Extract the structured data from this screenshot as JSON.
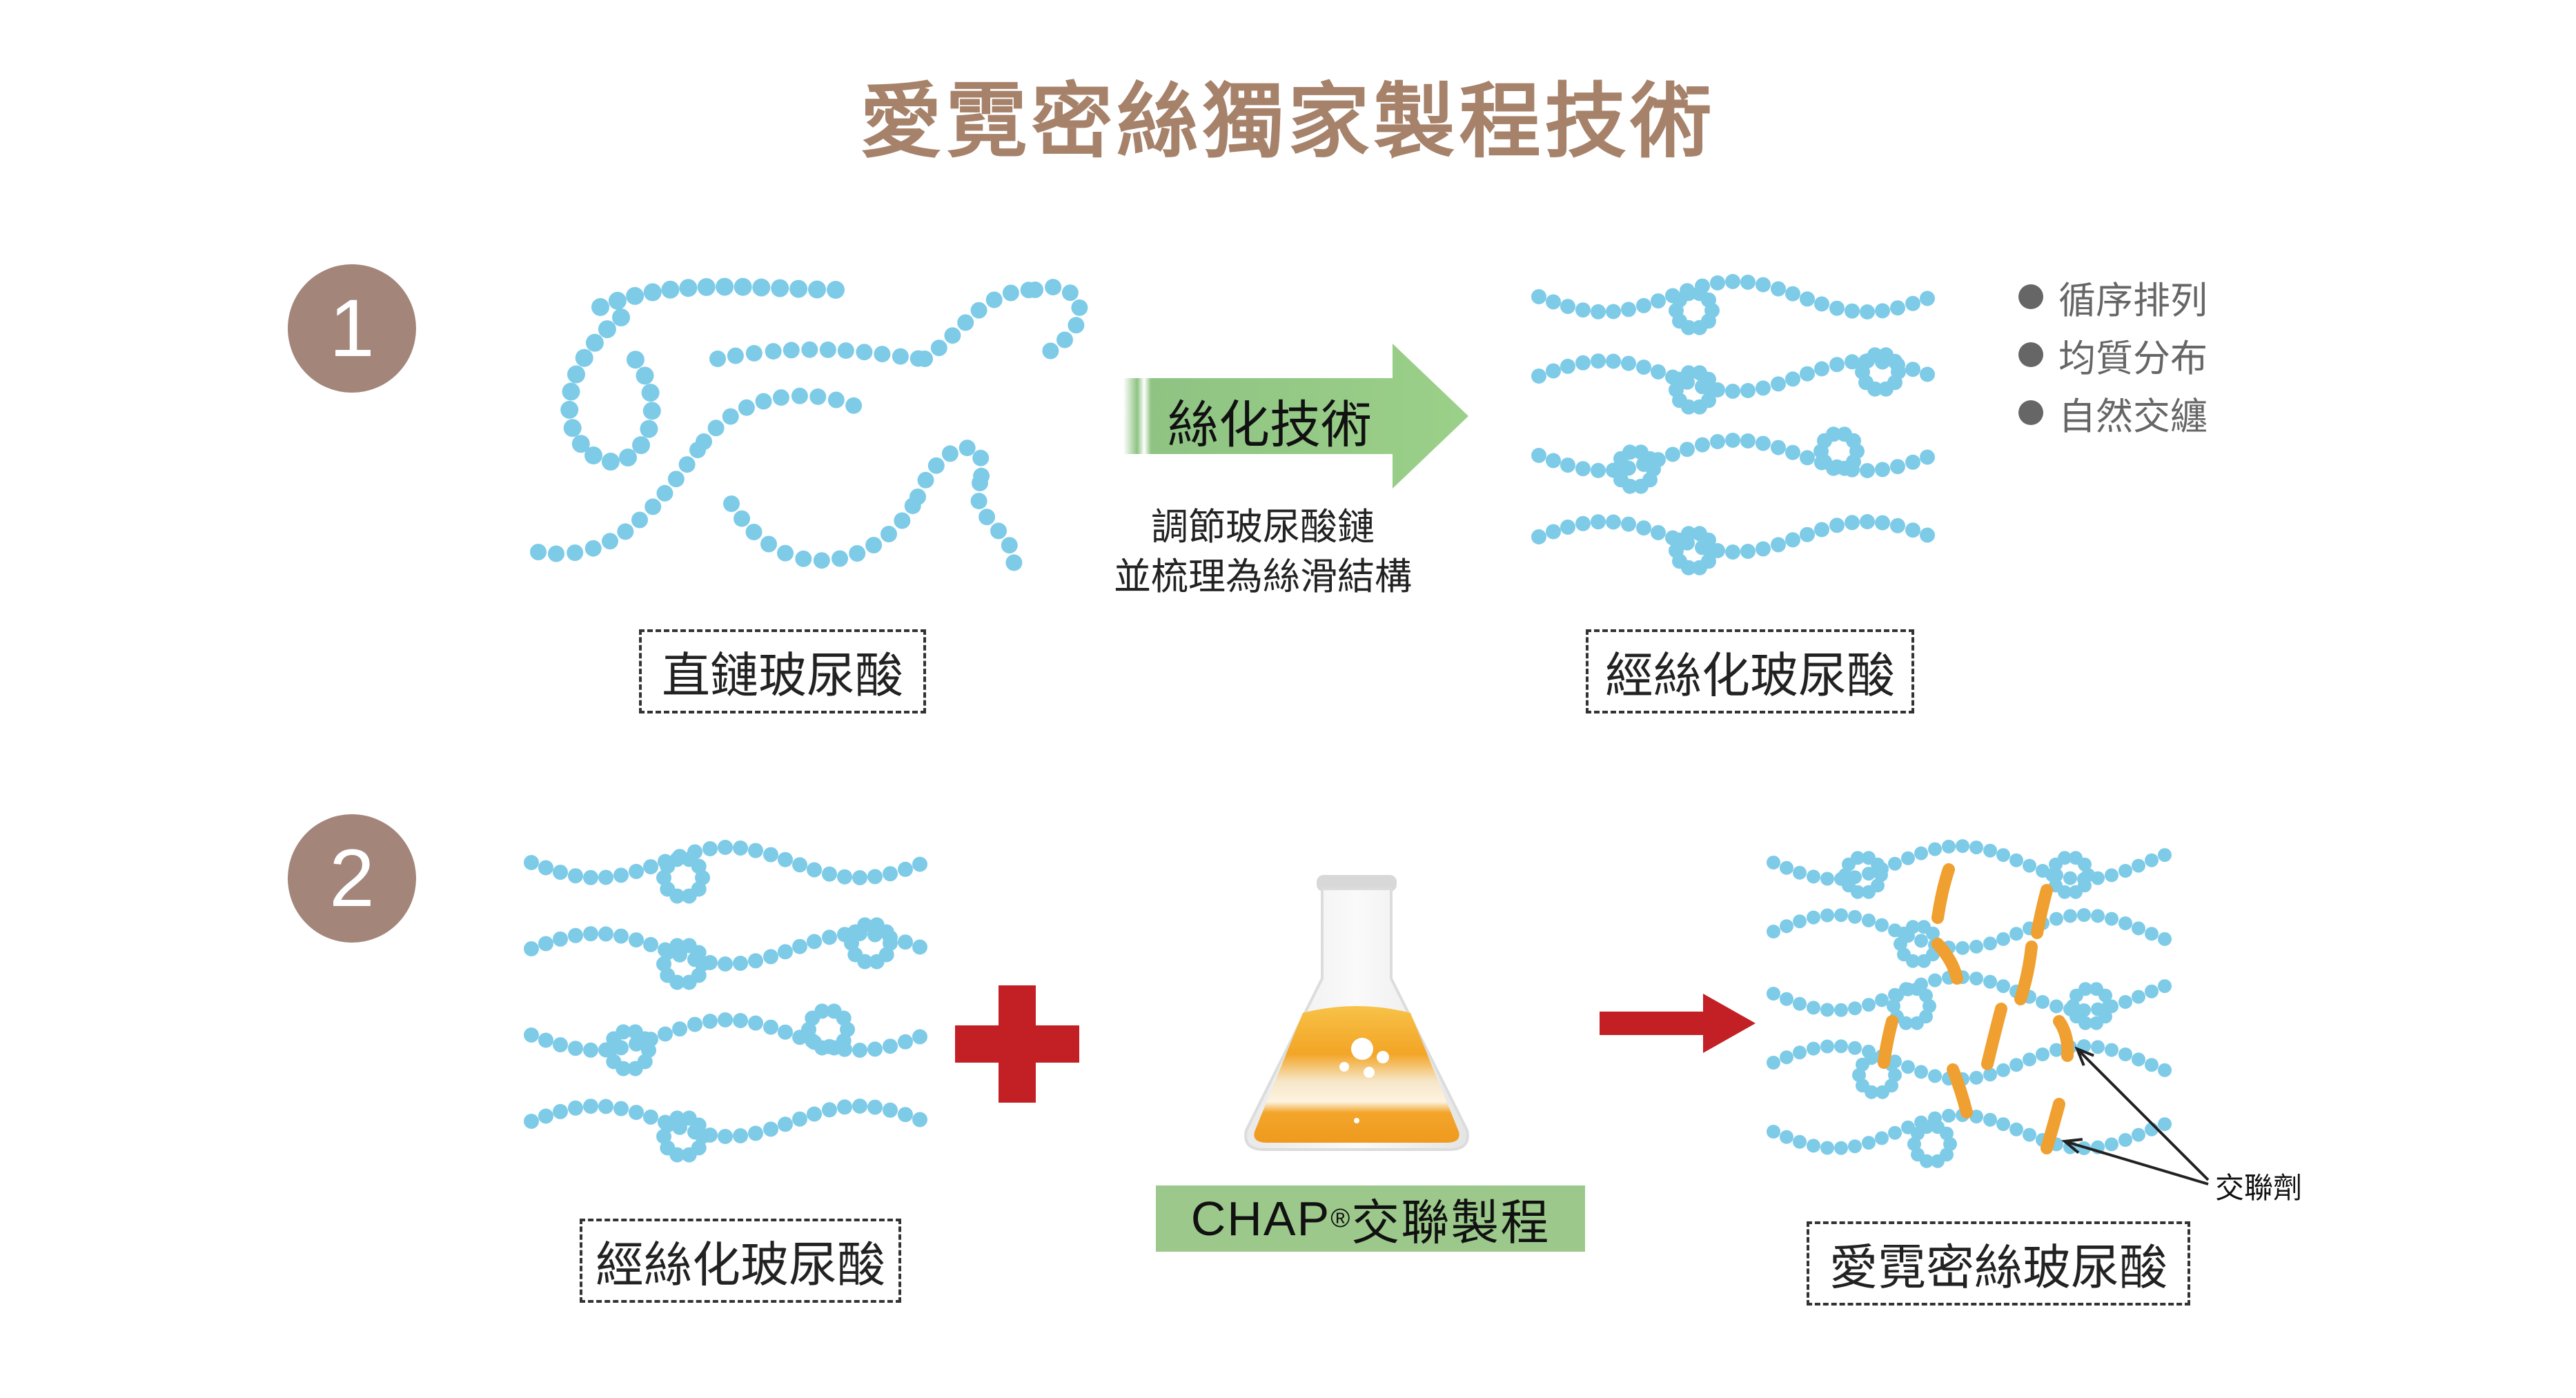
{
  "title": "愛霓密絲獨家製程技術",
  "step1": {
    "number": "1",
    "before_label": "直鏈玻尿酸",
    "arrow_label": "絲化技術",
    "caption_line1": "調節玻尿酸鏈",
    "caption_line2": "並梳理為絲滑結構",
    "after_label": "經絲化玻尿酸",
    "legend": [
      "循序排列",
      "均質分布",
      "自然交纏"
    ]
  },
  "step2": {
    "number": "2",
    "before_label": "經絲化玻尿酸",
    "process_label": "CHAP",
    "process_mark": "®",
    "process_suffix": "交聯製程",
    "result_label": "愛霓密絲玻尿酸",
    "crosslinker_label": "交聯劑"
  },
  "colors": {
    "title": "#a7826a",
    "badge": "#a3857a",
    "chain": "#7ecbe8",
    "green_arrow": "#8fc383",
    "chap_bg": "#9cc98b",
    "red": "#c32026",
    "crosslinker": "#f0a030",
    "legend_dot": "#666666",
    "flask_liquid": "#f0a020"
  },
  "icons": [
    "plus-icon",
    "flask-icon",
    "right-arrow-icon",
    "green-arrow-icon"
  ]
}
